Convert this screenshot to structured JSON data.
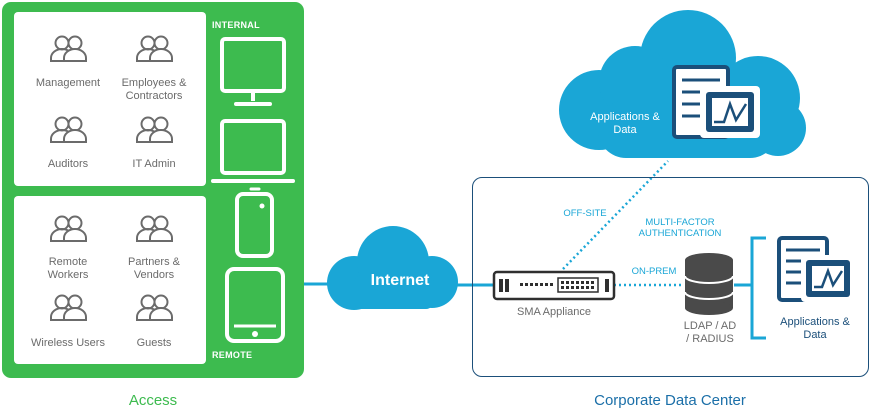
{
  "access": {
    "title": "Access",
    "internal_label": "INTERNAL",
    "remote_label": "REMOTE",
    "internal_users": [
      "Management",
      "Employees &\nContractors",
      "Auditors",
      "IT Admin"
    ],
    "remote_users": [
      "Remote\nWorkers",
      "Partners &\nVendors",
      "Wireless Users",
      "Guests"
    ]
  },
  "internet": {
    "label": "Internet"
  },
  "cloud": {
    "apps_label": "Applications &\nData"
  },
  "datacenter": {
    "title": "Corporate Data Center",
    "off_site": "OFF-SITE",
    "mfa": "MULTI-FACTOR\nAUTHENTICATION",
    "on_prem": "ON-PREM",
    "sma": "SMA Appliance",
    "ldap": "LDAP / AD\n/ RADIUS",
    "apps_label": "Applications &\nData"
  },
  "colors": {
    "green": "#3dbb4f",
    "blue": "#1aa6d6",
    "navy": "#1b4f7a",
    "grey": "#6b6b6b"
  }
}
